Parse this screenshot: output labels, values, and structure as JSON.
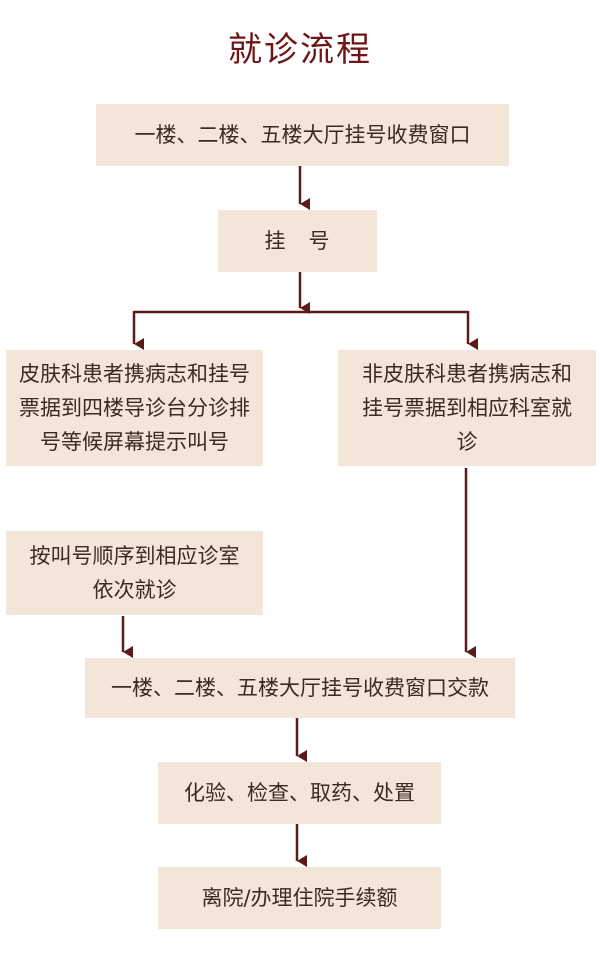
{
  "title": "就诊流程",
  "steps": {
    "register_window": "一楼、二楼、五楼大厅挂号收费窗口",
    "register": "挂　号",
    "derm_patients": "皮肤科患者携病志和挂号票据到四楼导诊台分诊排号等候屏幕提示叫号",
    "non_derm_patients": "非皮肤科患者携病志和挂号票据到相应科室就诊",
    "call_order": "按叫号顺序到相应诊室依次就诊",
    "pay_window": "一楼、二楼、五楼大厅挂号收费窗口交款",
    "tests": "化验、检查、取药、处置",
    "discharge": "离院/办理住院手续额"
  },
  "colors": {
    "title": "#6e1515",
    "box": "#f3e5d8",
    "arrow": "#5e1a1a"
  }
}
